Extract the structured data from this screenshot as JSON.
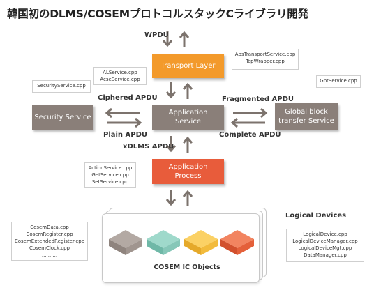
{
  "title": "韓国初のDLMS/COSEMプロトコルスタックCライブラリ開発",
  "labels": {
    "wpdu": "WPDU",
    "ciphered": "Ciphered APDU",
    "plain": "Plain APDU",
    "fragmented": "Fragmented APDU",
    "complete": "Complete APDU",
    "xdlms": "xDLMS APDU",
    "logical_devices": "Logical Devices"
  },
  "boxes": {
    "transport": "Transport Layer",
    "application_service": [
      "Application",
      "Service"
    ],
    "security": "Security Service",
    "gbt": [
      "Global block",
      "transfer Service"
    ],
    "application_process": [
      "Application",
      "Process"
    ],
    "objects": "COSEM IC Objects"
  },
  "notes": {
    "transport": [
      "AbsTransportService.cpp",
      "TcpWrapper.cpp"
    ],
    "al": [
      "ALService.cpp",
      "AcseService.cpp"
    ],
    "security": [
      "SecurityService.cpp"
    ],
    "gbt": [
      "GbtService.cpp"
    ],
    "action": [
      "ActionService.cpp",
      "GetService.cpp",
      "SetService.cpp"
    ],
    "cosem": [
      "CosemData.cpp",
      "CosemRegister.cpp",
      "CosemExtendedRegister.cpp",
      "CosemClock.cpp",
      ".........."
    ],
    "logical": [
      "LogicalDevice.cpp",
      "LogicalDeviceManager.cpp",
      "LogicalDeviceMgt.cpp",
      "DataManager.cpp"
    ]
  },
  "colors": {
    "grey_box": "#8a7f79",
    "transport": "#f39a2b",
    "application_process": "#e85c3b",
    "cube_grey": "#a39891",
    "cube_teal": "#8fd0c1",
    "cube_yellow": "#f8c54c",
    "cube_red": "#ec6a45",
    "arrow": "#7c736d"
  }
}
